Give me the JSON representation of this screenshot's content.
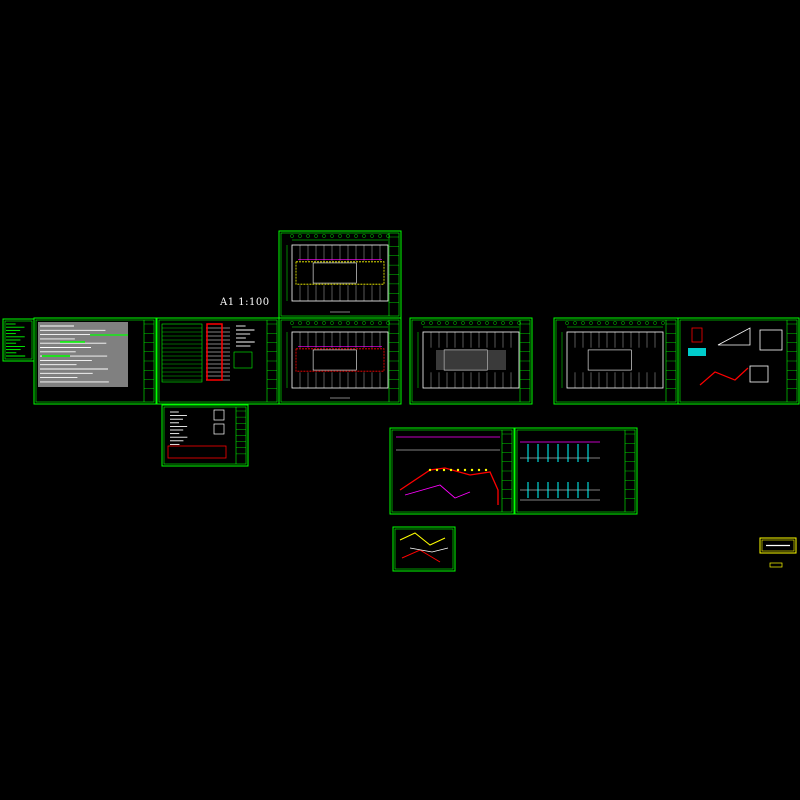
{
  "drawing": {
    "scale_label": "A1  1:100",
    "colors": {
      "background": "#000000",
      "frame": "#00ff00",
      "annotation": "#ffffff",
      "fill_gray": "#808080",
      "accent_red": "#ff0000",
      "accent_yellow": "#ffff00",
      "accent_cyan": "#00ffff",
      "accent_magenta": "#ff00ff"
    },
    "sheets": [
      {
        "id": "sheet-legend-small",
        "kind": "legend"
      },
      {
        "id": "sheet-design-notes",
        "kind": "notes"
      },
      {
        "id": "sheet-equipment-table",
        "kind": "table"
      },
      {
        "id": "sheet-upper-floor-plan",
        "kind": "floor-plan"
      },
      {
        "id": "sheet-ground-floor-plan",
        "kind": "floor-plan"
      },
      {
        "id": "sheet-floor-plan-3",
        "kind": "floor-plan"
      },
      {
        "id": "sheet-floor-plan-4",
        "kind": "floor-plan"
      },
      {
        "id": "sheet-details",
        "kind": "detail"
      },
      {
        "id": "sheet-material-list",
        "kind": "table"
      },
      {
        "id": "sheet-system-diagram",
        "kind": "system"
      },
      {
        "id": "sheet-riser-diagram",
        "kind": "system"
      },
      {
        "id": "sheet-axonometric",
        "kind": "detail"
      },
      {
        "id": "sheet-title-block",
        "kind": "stamp"
      }
    ]
  }
}
